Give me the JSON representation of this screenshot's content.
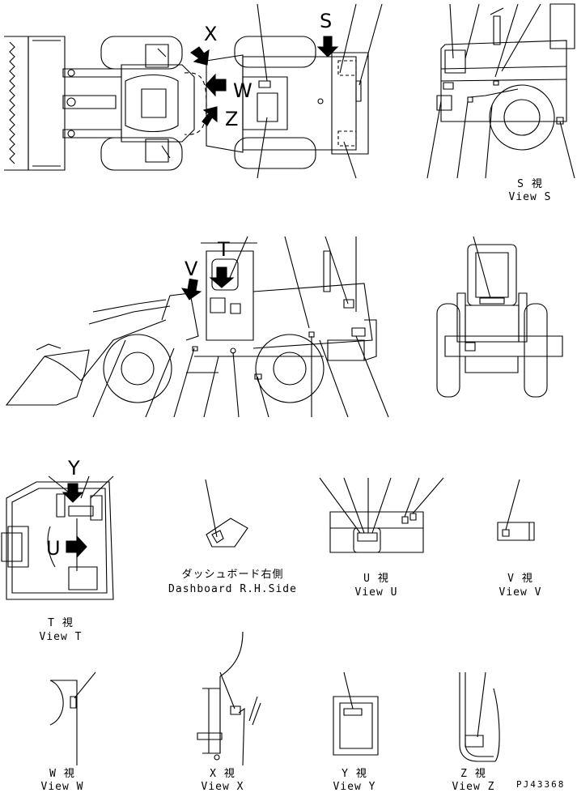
{
  "letters": {
    "s": "S",
    "x": "X",
    "w": "W",
    "z": "Z",
    "t": "T",
    "v": "V",
    "u": "U",
    "y": "Y"
  },
  "views": {
    "s": {
      "jp": "S 視",
      "en": "View S"
    },
    "dashboard": {
      "jp": "ダッシュボード右側",
      "en": "Dashboard R.H.Side"
    },
    "u": {
      "jp": "U 視",
      "en": "View U"
    },
    "v": {
      "jp": "V 視",
      "en": "View V"
    },
    "t": {
      "jp": "T 視",
      "en": "View T"
    },
    "w": {
      "jp": "W 視",
      "en": "View W"
    },
    "x": {
      "jp": "X 視",
      "en": "View X"
    },
    "y": {
      "jp": "Y 視",
      "en": "View Y"
    },
    "z": {
      "jp": "Z 視",
      "en": "View Z"
    }
  },
  "drawing_code": "PJ43368",
  "colors": {
    "ink": "#000000",
    "paper": "#ffffff"
  }
}
